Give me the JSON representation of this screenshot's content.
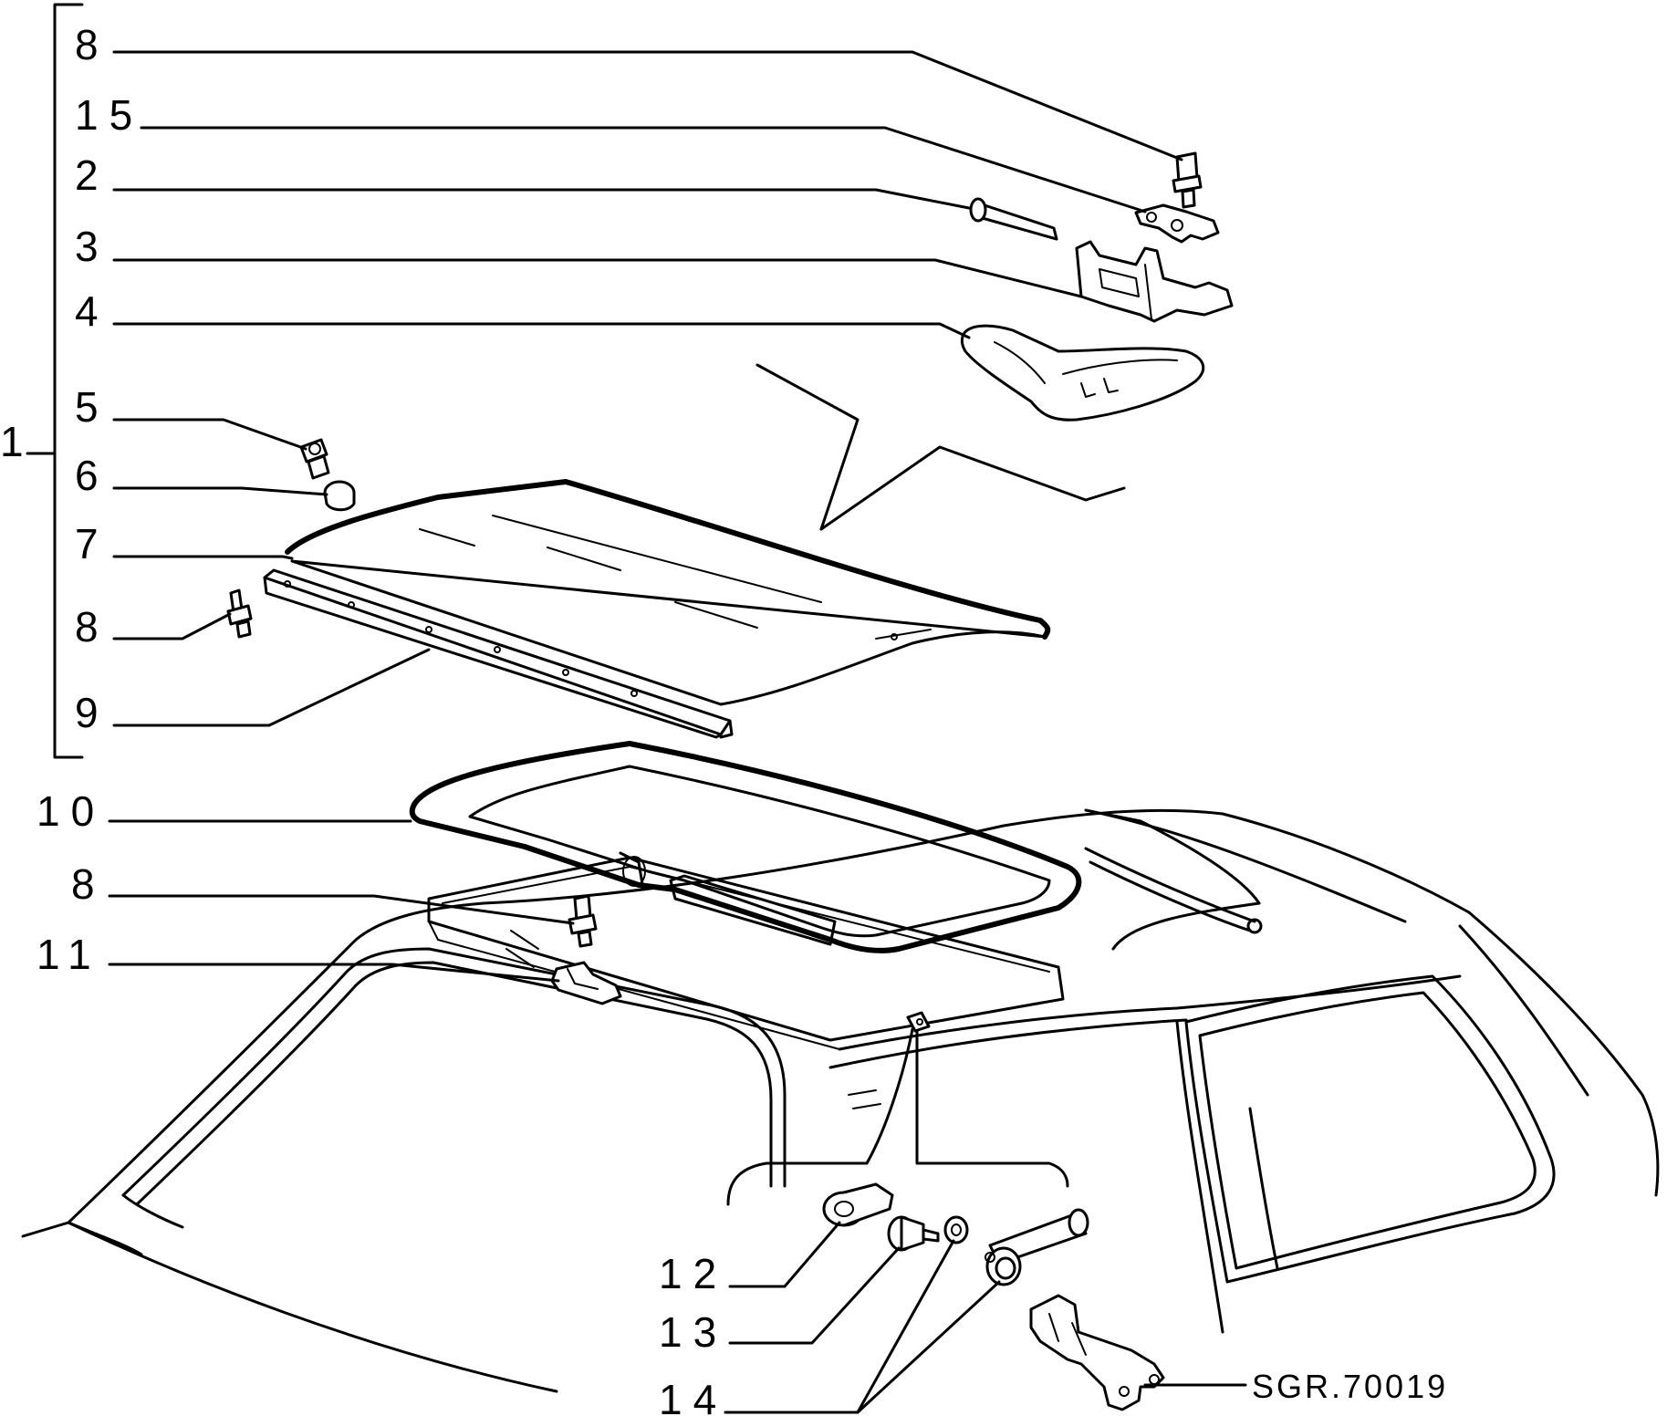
{
  "diagram": {
    "callouts": {
      "c1": "1",
      "c8_top": "8",
      "c15": "15",
      "c2": "2",
      "c3": "3",
      "c4": "4",
      "c5": "5",
      "c6": "6",
      "c7": "7",
      "c8_mid": "8",
      "c9": "9",
      "c10": "10",
      "c8_low": "8",
      "c11": "11",
      "c12": "12",
      "c13": "13",
      "c14": "14"
    },
    "reference_code": "SGR.70019"
  }
}
